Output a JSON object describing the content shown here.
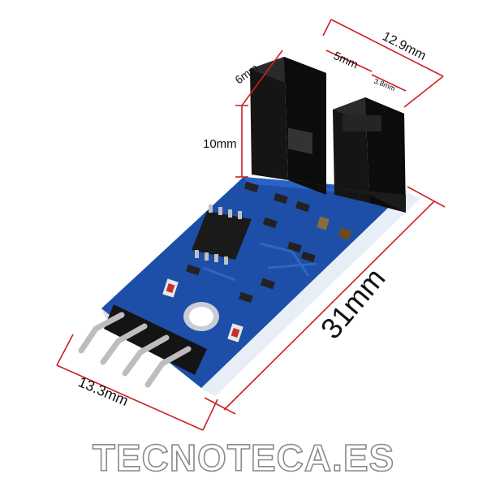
{
  "dimensions": {
    "width_total": "12.9mm",
    "depth": "6mm",
    "slot_width": "5mm",
    "arm_width": "3.8mm",
    "height": "10mm",
    "board_length": "31mm",
    "board_width": "13.3mm"
  },
  "watermark": "TECNOTECA.ES",
  "colors": {
    "pcb": "#1d4fa8",
    "dimension_line": "#cc1f24",
    "sensor_body": "#151515"
  }
}
